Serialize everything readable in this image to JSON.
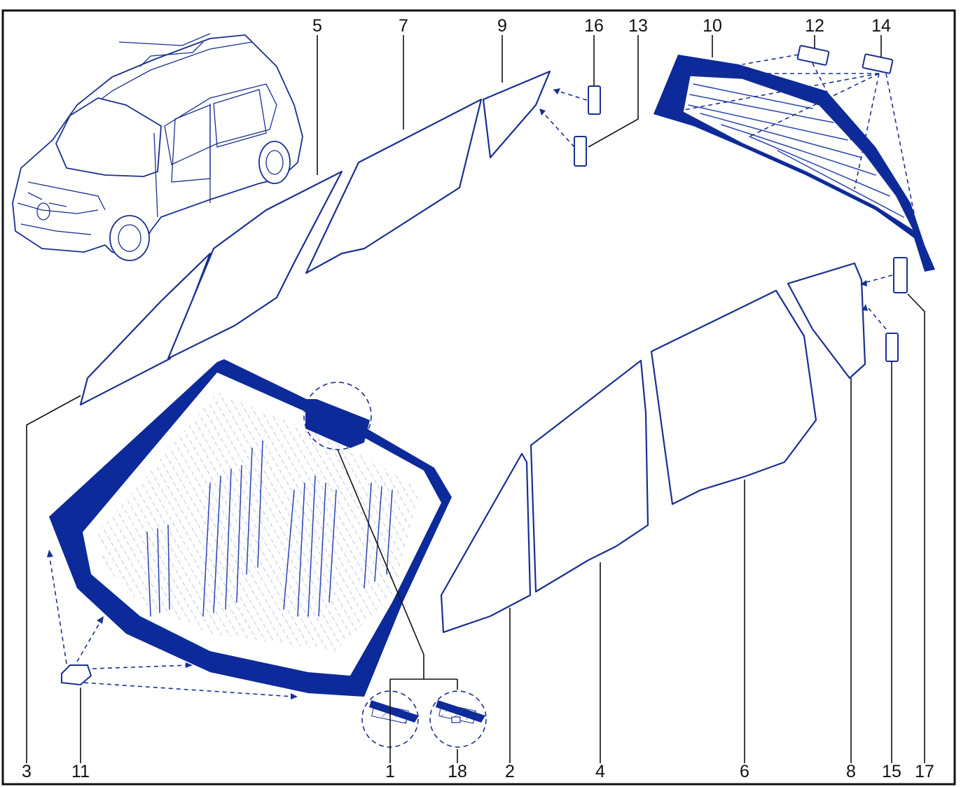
{
  "diagram": {
    "frame_color": "#111111",
    "ink_color": "#1a2f8f",
    "tint_color": "#0d2a9a"
  },
  "callouts": [
    {
      "id": "1",
      "label": "1"
    },
    {
      "id": "2",
      "label": "2"
    },
    {
      "id": "3",
      "label": "3"
    },
    {
      "id": "4",
      "label": "4"
    },
    {
      "id": "5",
      "label": "5"
    },
    {
      "id": "6",
      "label": "6"
    },
    {
      "id": "7",
      "label": "7"
    },
    {
      "id": "8",
      "label": "8"
    },
    {
      "id": "9",
      "label": "9"
    },
    {
      "id": "10",
      "label": "10"
    },
    {
      "id": "11",
      "label": "11"
    },
    {
      "id": "12",
      "label": "12"
    },
    {
      "id": "13",
      "label": "13"
    },
    {
      "id": "14",
      "label": "14"
    },
    {
      "id": "15",
      "label": "15"
    },
    {
      "id": "16",
      "label": "16"
    },
    {
      "id": "17",
      "label": "17"
    },
    {
      "id": "18",
      "label": "18"
    }
  ]
}
